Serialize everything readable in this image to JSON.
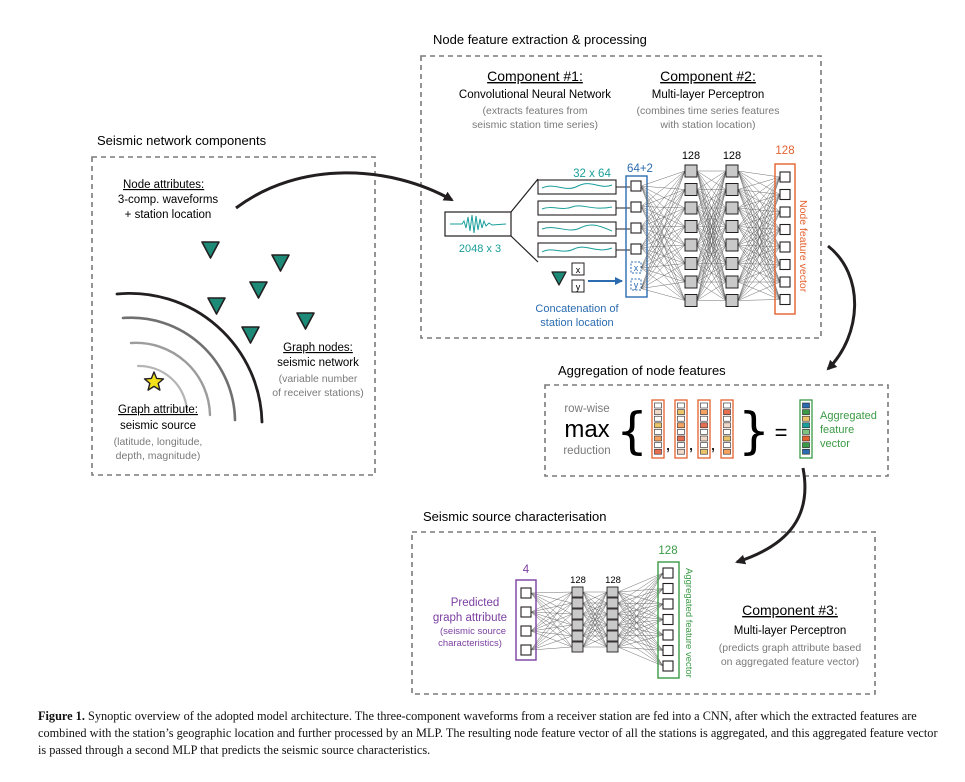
{
  "titles": {
    "node_feature": "Node feature extraction & processing",
    "seismic_network": "Seismic network components",
    "aggregation": "Aggregation of node features",
    "source_char": "Seismic source characterisation"
  },
  "components": {
    "c1_title": "Component #1:",
    "c1_name": "Convolutional Neural Network",
    "c1_desc1": "(extracts features from",
    "c1_desc2": "seismic station time series)",
    "c2_title": "Component #2:",
    "c2_name": "Multi-layer Perceptron",
    "c2_desc1": "(combines time series features",
    "c2_desc2": "with station location)",
    "c3_title": "Component #3:",
    "c3_name": "Multi-layer Perceptron",
    "c3_desc1": "(predicts graph attribute based",
    "c3_desc2": "on aggregated feature vector)"
  },
  "network": {
    "node_attr_title": "Node attributes:",
    "node_attr_l1": "3-comp. waveforms",
    "node_attr_l2": "+ station location",
    "graph_nodes_title": "Graph nodes:",
    "graph_nodes_l1": "seismic network",
    "graph_nodes_l2": "(variable number",
    "graph_nodes_l3": "of receiver stations)",
    "graph_attr_title": "Graph attribute:",
    "graph_attr_l1": "seismic source",
    "graph_attr_l2": "(latitude, longitude,",
    "graph_attr_l3": "depth, magnitude)"
  },
  "cnn": {
    "input_dim": "2048 x 3",
    "conv_dim": "32 x 64",
    "concat_dim": "64+2",
    "x_label": "x",
    "y_label": "y",
    "concat_l1": "Concatenation of",
    "concat_l2": "station location"
  },
  "mlp1": {
    "h1": "128",
    "h2": "128",
    "out": "128",
    "out_label": "Node feature vector"
  },
  "aggregation": {
    "row_wise": "row-wise",
    "max": "max",
    "reduction": "reduction",
    "brace_open": "{",
    "brace_close": "}",
    "comma": ",",
    "equals": "=",
    "agg_l1": "Aggregated",
    "agg_l2": "feature",
    "agg_l3": "vector"
  },
  "mlp2": {
    "in": "128",
    "in_label": "Aggregated feature vector",
    "h1": "128",
    "h2": "128",
    "out": "4",
    "pred_l1": "Predicted",
    "pred_l2": "graph attribute",
    "pred_l3": "(seismic source",
    "pred_l4": "characteristics)"
  },
  "caption": {
    "label": "Figure 1.",
    "text": " Synoptic overview of the adopted model architecture. The three-component waveforms from a receiver station are fed into a CNN, after which the extracted features are combined with the station’s geographic location and further processed by an MLP. The resulting node feature vector of all the stations is aggregated, and this aggregated feature vector is passed through a second MLP that predicts the seismic source characteristics."
  },
  "colors": {
    "teal": "#1a9e9a",
    "station": "#1d8a78",
    "blue": "#2b6cb0",
    "orange": "#e3622e",
    "green": "#3a9a45",
    "purple": "#7b3fa0",
    "grey": "#7a7a7a",
    "star": "#f3e11a"
  }
}
